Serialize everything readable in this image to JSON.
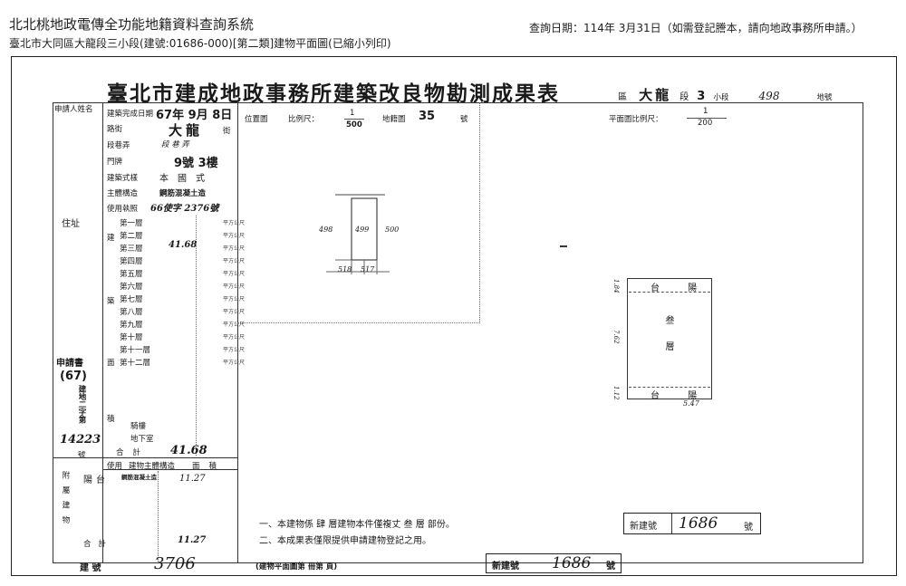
{
  "header": {
    "system_title": "北北桃地政電傳全功能地籍資料查詢系統",
    "subtitle": "臺北市大同區大龍段三小段(建號:01686-000)[第二類]建物平面圖(已縮小列印)",
    "query_date": "查詢日期：114年 3月31日（如需登記謄本，請向地政事務所申請。）"
  },
  "doc": {
    "title": "臺北市建成地政事務所建築改良物勘測成果表",
    "district_label": "區",
    "district_name": "大龍",
    "section_label": "段",
    "section_num": "3",
    "subsection_label": "小段",
    "lot_no": "498",
    "lot_label": "地號"
  },
  "form": {
    "applicant_label": "申請人姓名",
    "address_label": "住址",
    "build_date_label": "建築完成日期",
    "build_date": "67年 9月 8日",
    "road_label": "路街",
    "road_value": "大龍",
    "road_suffix": "街",
    "lane_label": "段巷弄",
    "lane_value": "段 巷 弄",
    "no_label": "門牌",
    "no_value": "9號 3樓",
    "type_label": "建築式樣",
    "type_value": "本國式",
    "struct_label": "主體構造",
    "struct_value": "鋼筋混凝土造",
    "permit_label": "使用執照",
    "permit_value": "66使字 2376號",
    "floors_prefix": "建",
    "floors_mid": "築",
    "floors_suffix": "面",
    "floors": [
      "第一層",
      "第二層",
      "第三層",
      "第四層",
      "第五層",
      "第六層",
      "第七層",
      "第八層",
      "第九層",
      "第十層",
      "第十一層",
      "第十二層",
      "",
      "",
      "",
      "",
      "積",
      "騎樓",
      "地下室"
    ],
    "floor3_area": "41.68",
    "unit": "平方公尺",
    "total_label": "合計",
    "total_value": "41.68",
    "usage_label": "使用",
    "usage_struct": "建物主體構造",
    "usage_area": "面積",
    "annex_label": "附屬建物",
    "balcony_label": "陽台",
    "balcony_struct": "鋼筋混凝土造",
    "balcony_area": "11.27",
    "annex_total_label": "合計",
    "annex_total_value": "11.27",
    "application_label": "申請書",
    "app_year": "(67)",
    "app_text": "建地二字第",
    "app_no": "14223",
    "app_suffix": "號",
    "bldg_no_label": "建號",
    "bldg_no_value": "3706"
  },
  "location_map": {
    "label": "位置圖",
    "scale_label": "比例尺：",
    "scale_num": "1",
    "scale_den": "500",
    "sheet_label": "地籍圖",
    "sheet_value": "35",
    "sheet_suffix": "號",
    "lot_a": "498",
    "lot_b": "499",
    "lot_c": "500",
    "lot_d": "518",
    "lot_e": "517"
  },
  "floor_plan": {
    "scale_label": "平面圖比例尺：",
    "scale_num": "1",
    "scale_den": "200",
    "top_label": "台 陽",
    "floor_label": "叁 層",
    "bottom_label": "台 陽",
    "dim_top": "1.84",
    "dim_side": "7.62",
    "dim_bottom": "1.12",
    "dim_width": "5.47"
  },
  "notes": {
    "note1": "一、本建物係   肆   層建物本件僅複丈   叁   層      部份。",
    "note2": "二、本成果表僅限提供申請建物登記之用。",
    "new_no_label": "新建號",
    "new_no_value": "1686",
    "new_no_suffix": "號"
  },
  "footer": {
    "bldg_label": "建    號",
    "bldg_value": "3706",
    "plan_ref": "(建物平面圖第      冊第      頁)",
    "new_no_label": "新建號",
    "new_no_value": "1686",
    "new_no_suffix": "號"
  }
}
